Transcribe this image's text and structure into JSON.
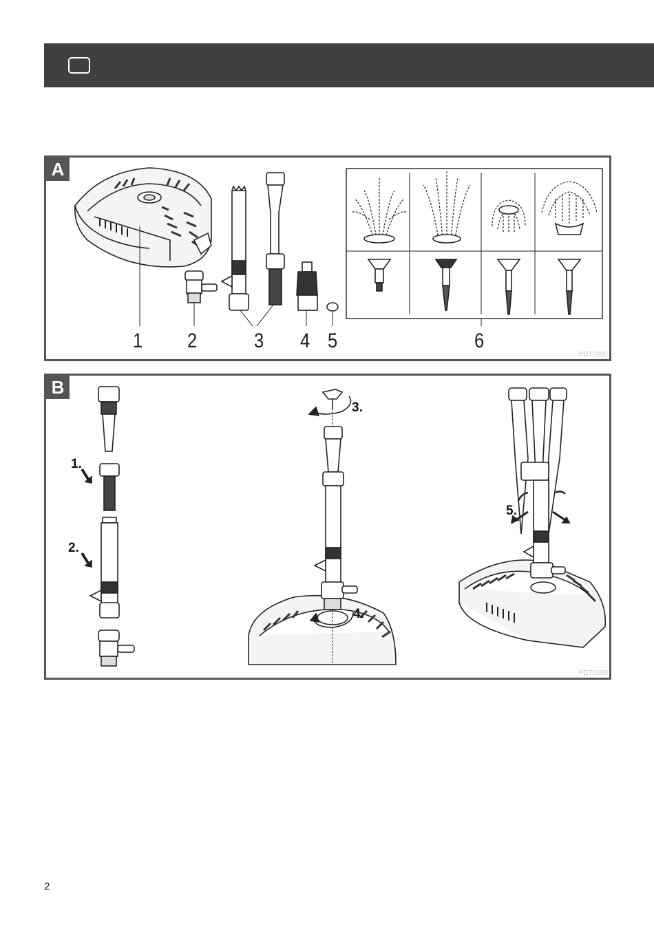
{
  "header": {
    "icon": "rounded-rect-icon"
  },
  "panel_a": {
    "letter": "A",
    "part_numbers": [
      "1",
      "2",
      "3",
      "4",
      "5",
      "6"
    ],
    "ref_code": "PDT0002"
  },
  "panel_b": {
    "letter": "B",
    "steps": [
      "1.",
      "2.",
      "3.",
      "4.",
      "5."
    ],
    "ref_code": "PDT0003"
  },
  "page_number": "2"
}
